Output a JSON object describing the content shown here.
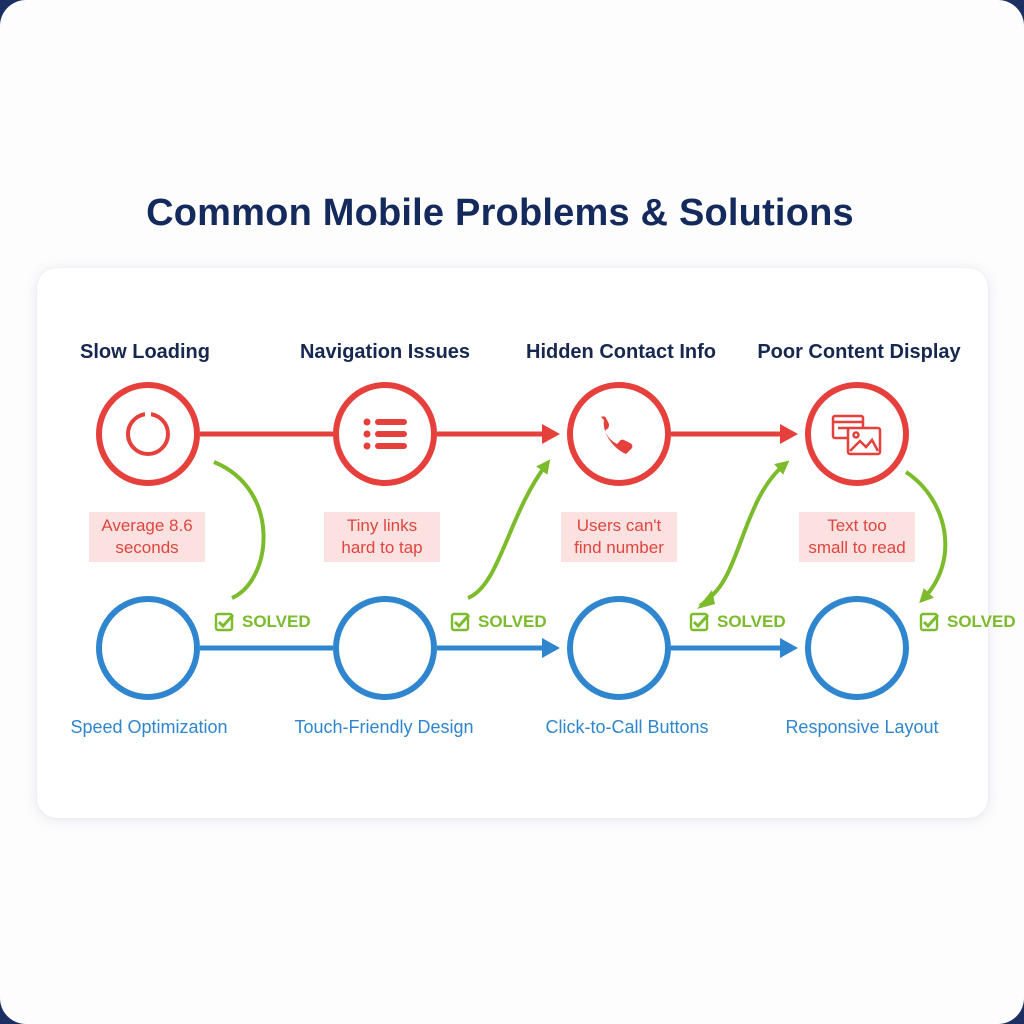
{
  "title": "Common Mobile Problems & Solutions",
  "colors": {
    "problem": "#e6403d",
    "solution": "#2f86cf",
    "solved": "#7bbb2c",
    "title": "#14295c",
    "desc_bg": "#fbe1df"
  },
  "problems": [
    {
      "title": "Slow Loading",
      "description": "Average 8.6\nseconds",
      "icon": "loading-ring-icon"
    },
    {
      "title": "Navigation Issues",
      "description": "Tiny links\nhard to tap",
      "icon": "menu-list-icon"
    },
    {
      "title": "Hidden Contact Info",
      "description": "Users can't\nfind number",
      "icon": "phone-icon"
    },
    {
      "title": "Poor Content Display",
      "description": "Text too\nsmall to read",
      "icon": "image-window-icon"
    }
  ],
  "solutions": [
    {
      "title": "Speed Optimization",
      "status": "SOLVED"
    },
    {
      "title": "Touch-Friendly Design",
      "status": "SOLVED"
    },
    {
      "title": "Click-to-Call Buttons",
      "status": "SOLVED"
    },
    {
      "title": "Responsive Layout",
      "status": "SOLVED"
    }
  ]
}
